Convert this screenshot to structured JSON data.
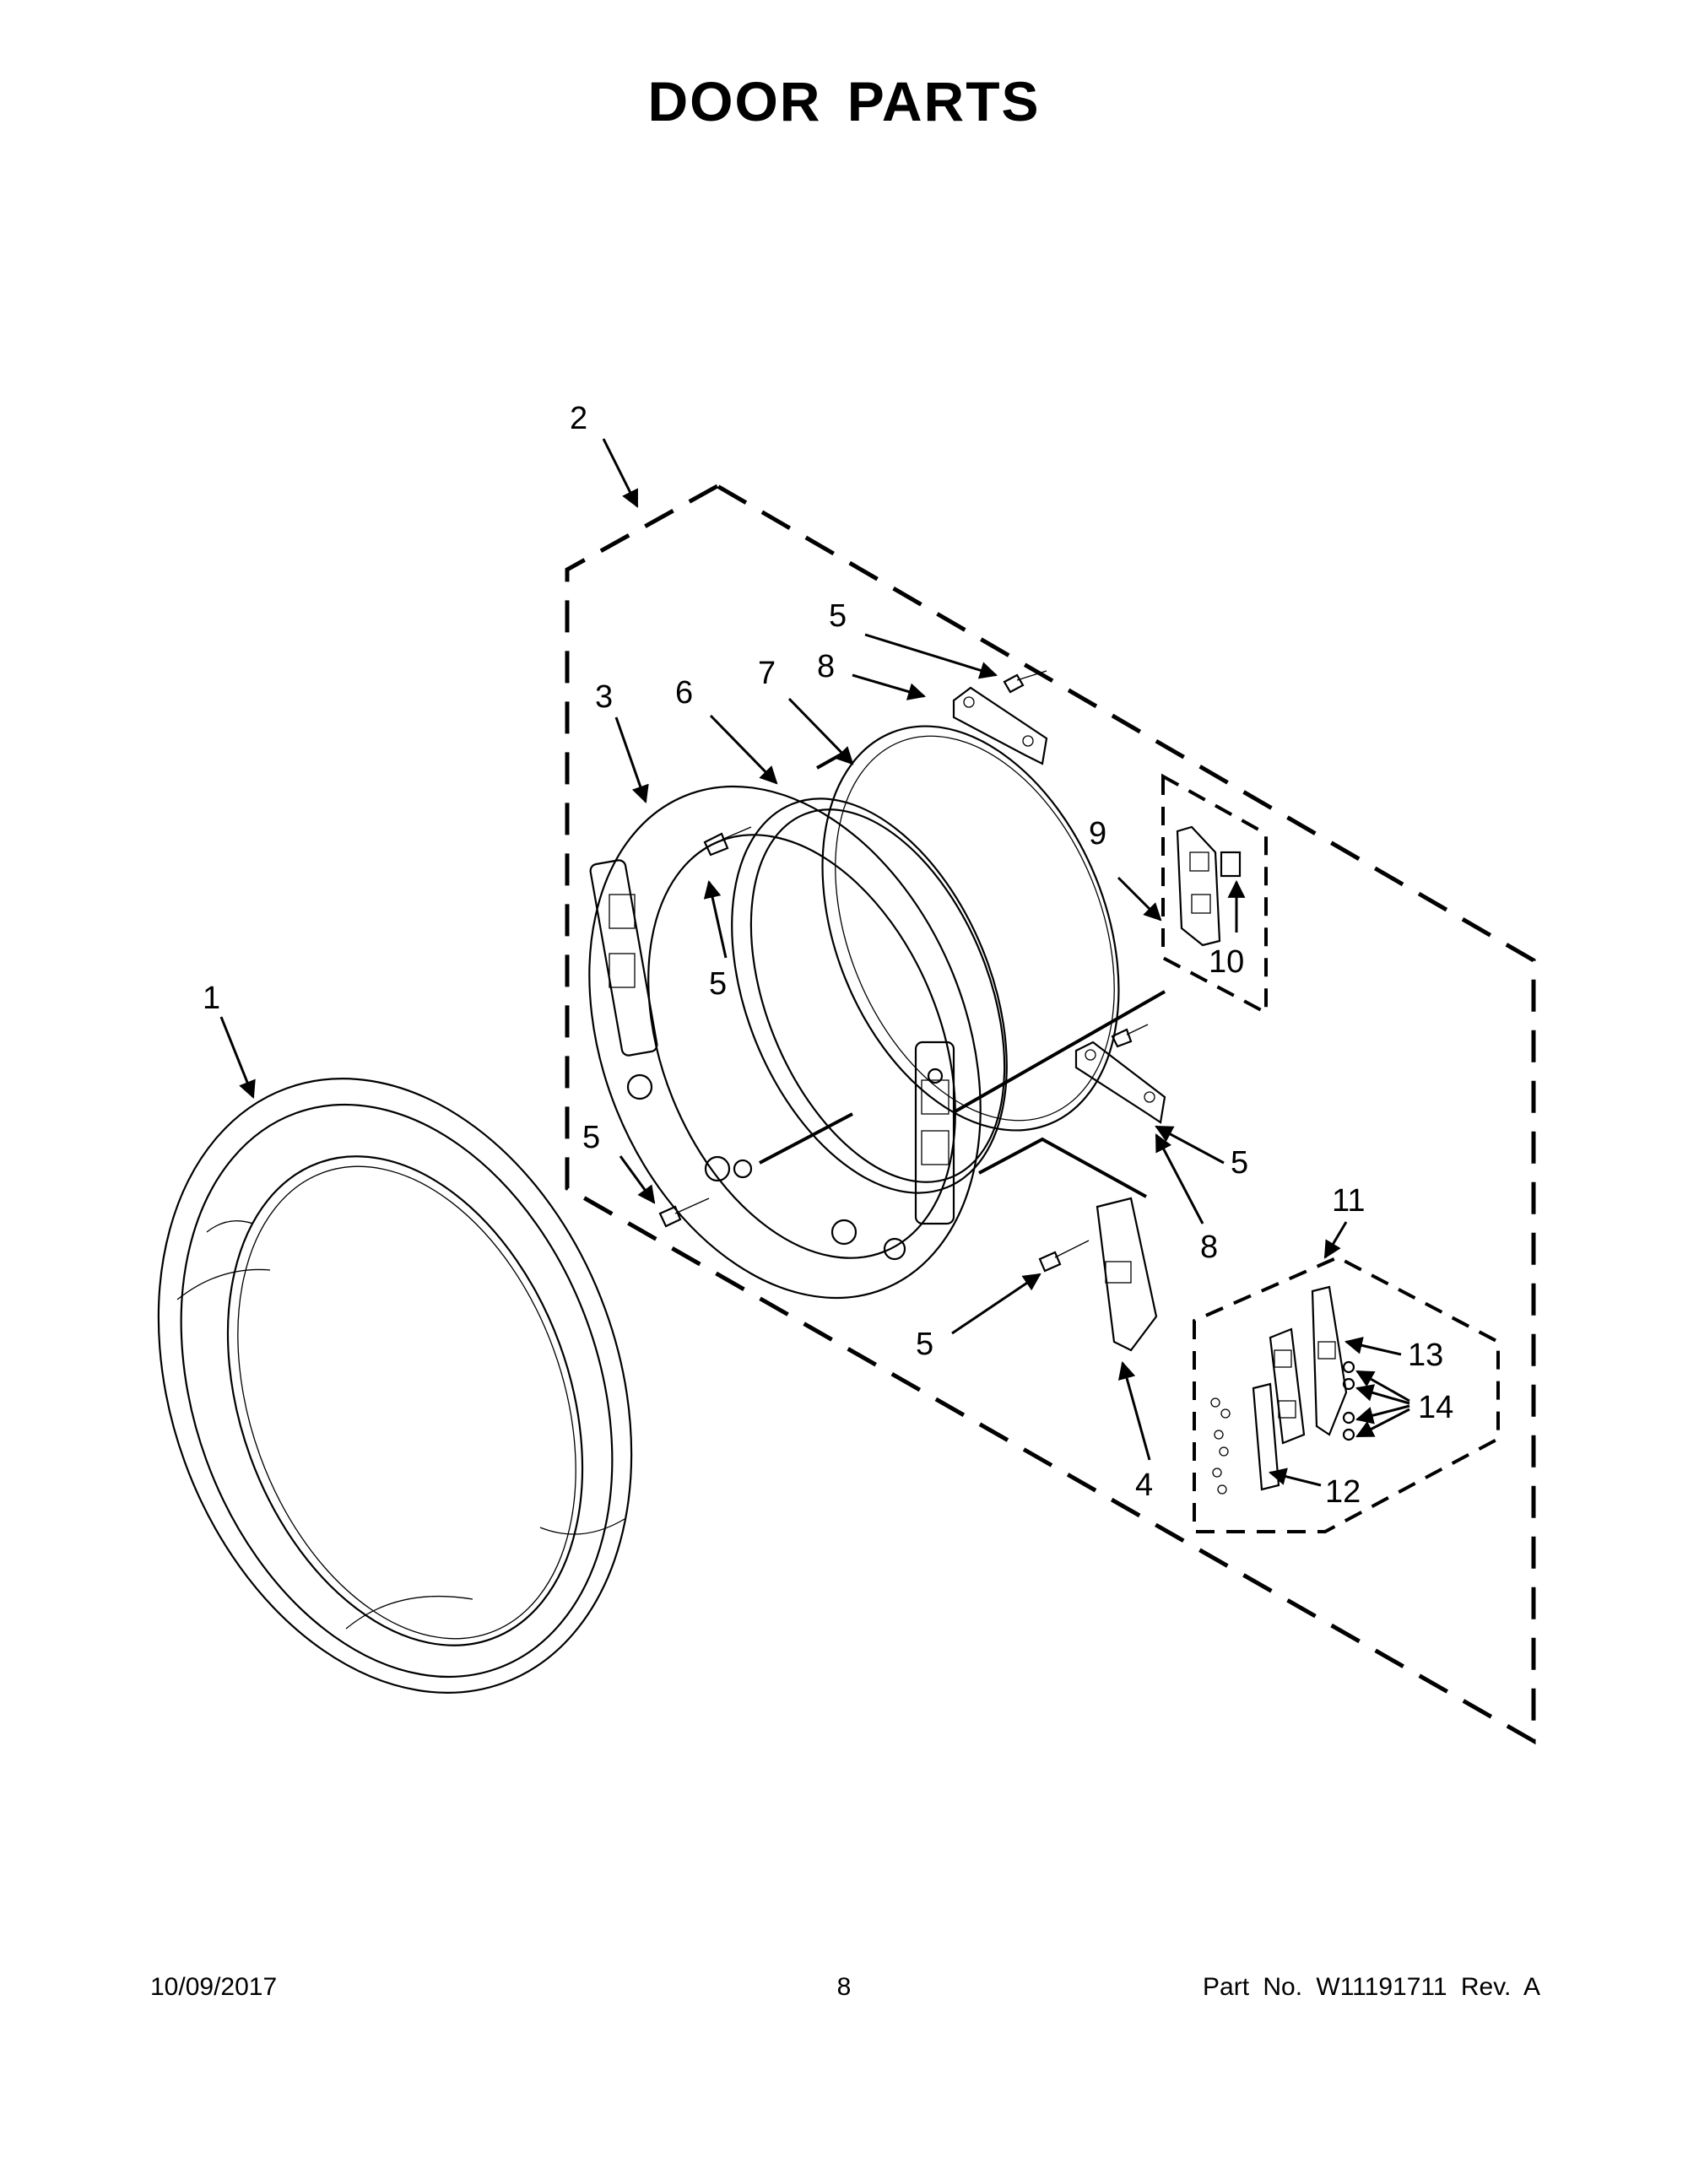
{
  "document": {
    "title": "DOOR PARTS",
    "footer": {
      "date": "10/09/2017",
      "page_number": "8",
      "part_number": "Part No.  W11191711  Rev.  A"
    }
  },
  "callouts": [
    {
      "id": "c1",
      "label": "1"
    },
    {
      "id": "c2",
      "label": "2"
    },
    {
      "id": "c3",
      "label": "3"
    },
    {
      "id": "c6",
      "label": "6"
    },
    {
      "id": "c7",
      "label": "7"
    },
    {
      "id": "c8a",
      "label": "8"
    },
    {
      "id": "c5a",
      "label": "5"
    },
    {
      "id": "c5b",
      "label": "5"
    },
    {
      "id": "c9",
      "label": "9"
    },
    {
      "id": "c10",
      "label": "10"
    },
    {
      "id": "c5c",
      "label": "5"
    },
    {
      "id": "c5d",
      "label": "5"
    },
    {
      "id": "c8b",
      "label": "8"
    },
    {
      "id": "c11",
      "label": "11"
    },
    {
      "id": "c5e",
      "label": "5"
    },
    {
      "id": "c13",
      "label": "13"
    },
    {
      "id": "c14",
      "label": "14"
    },
    {
      "id": "c12",
      "label": "12"
    },
    {
      "id": "c4",
      "label": "4"
    }
  ]
}
